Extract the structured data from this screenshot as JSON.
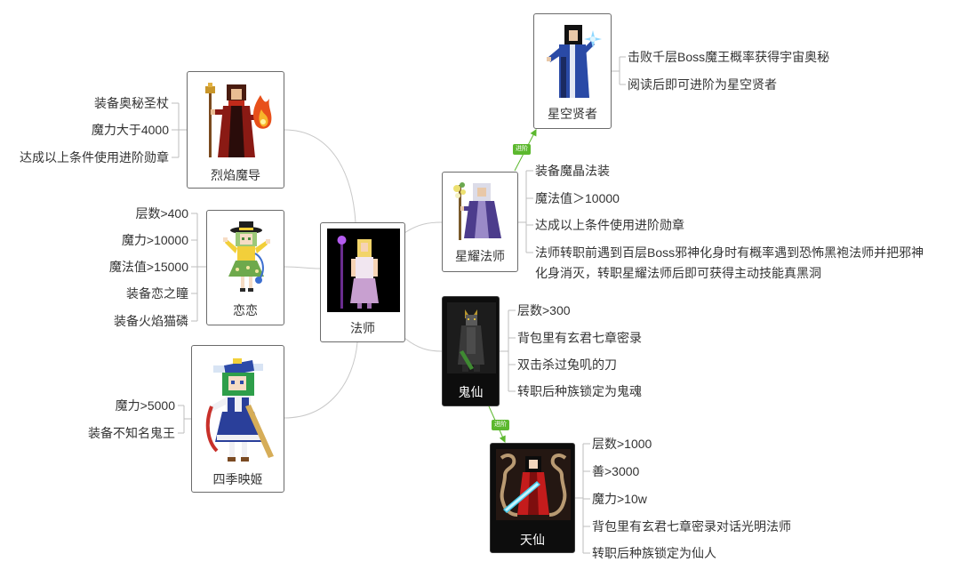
{
  "center": {
    "label": "法师"
  },
  "left_nodes": [
    {
      "label": "烈焰魔导",
      "conditions": [
        "装备奥秘圣杖",
        "魔力大于4000",
        "达成以上条件使用进阶勋章"
      ]
    },
    {
      "label": "恋恋",
      "conditions": [
        "层数>400",
        "魔力>10000",
        "魔法值>15000",
        "装备恋之瞳",
        "装备火焰猫磷"
      ]
    },
    {
      "label": "四季映姬",
      "conditions": [
        "魔力>5000",
        "装备不知名鬼王"
      ]
    }
  ],
  "right_nodes": [
    {
      "label": "星耀法师",
      "conditions": [
        "装备魔晶法装",
        "魔法值＞10000",
        "达成以上条件使用进阶勋章",
        "法师转职前遇到百层Boss邪神化身时有概率遇到恐怖黑袍法师并把邪神化身消灭，转职星耀法师后即可获得主动技能真黑洞"
      ],
      "advanced": {
        "label": "星空贤者",
        "conditions": [
          "击败千层Boss魔王概率获得宇宙奥秘",
          "阅读后即可进阶为星空贤者"
        ]
      }
    },
    {
      "label": "鬼仙",
      "conditions": [
        "层数>300",
        "背包里有玄君七章密录",
        "双击杀过兔叽的刀",
        "转职后种族锁定为鬼魂"
      ],
      "advanced": {
        "label": "天仙",
        "conditions": [
          "层数>1000",
          "善>3000",
          "魔力>10w",
          "背包里有玄君七章密录对话光明法师",
          "转职后种族锁定为仙人"
        ]
      }
    }
  ],
  "advance_badge": "进阶",
  "colors": {
    "advance": "#5cb82e",
    "connector": "#c8c8c8",
    "dark_node": "#0d0d0d"
  }
}
